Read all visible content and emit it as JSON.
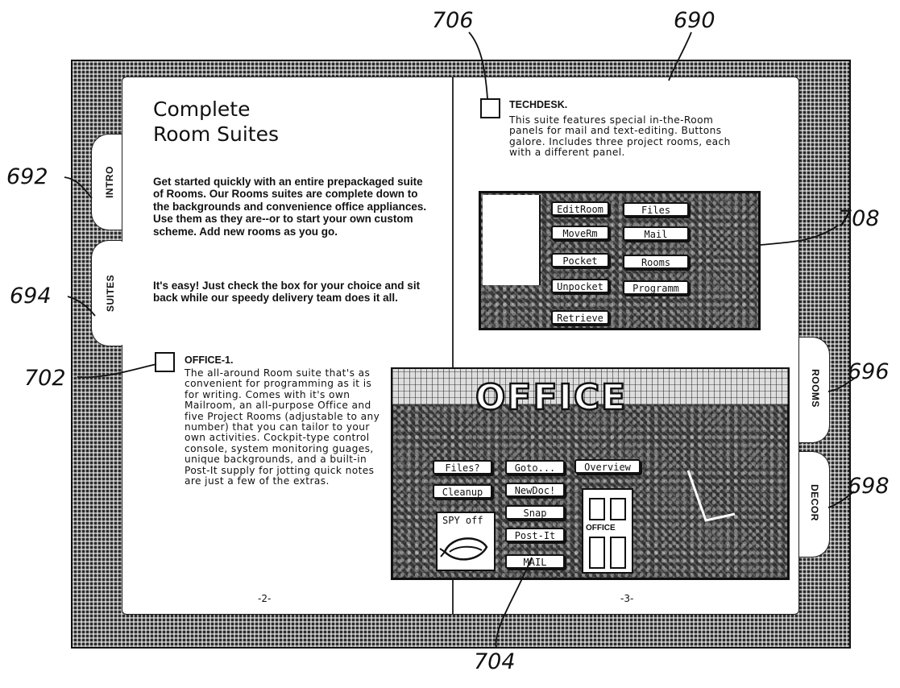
{
  "reference_numerals": {
    "r690": "690",
    "r692": "692",
    "r694": "694",
    "r696": "696",
    "r698": "698",
    "r702": "702",
    "r704": "704",
    "r706": "706",
    "r708": "708"
  },
  "tabs": {
    "intro": "INTRO",
    "suites": "SUITES",
    "rooms": "ROOMS",
    "decor": "DECOR"
  },
  "left_page": {
    "title_line1": "Complete",
    "title_line2": "Room Suites",
    "intro": "Get started quickly with an entire prepackaged suite of Rooms. Our Rooms suites are complete down to the backgrounds and convenience office appliances. Use them as they are--or to start your own custom scheme. Add new rooms as you go.",
    "easy": "It's easy! Just check the box for your choice and sit back while our speedy delivery team does it all.",
    "office_title": "OFFICE-1.",
    "office_desc": "The all-around Room suite that's as convenient for programming as it is for writing. Comes with it's own Mailroom, an all-purpose Office and five Project Rooms (adjustable to any number) that you can tailor to your own activities. Cockpit-type control console, system monitoring guages, unique backgrounds, and a built-in Post-It supply for jotting quick notes are just a few of the extras.",
    "page_number": "-2-"
  },
  "right_page": {
    "techdesk_title": "TECHDESK.",
    "techdesk_desc": "This suite features special in-the-Room panels for mail and text-editing. Buttons galore. Includes three project rooms, each with a different panel.",
    "page_number": "-3-",
    "techdesk_buttons": {
      "editroom": "EditRoom",
      "files": "Files",
      "moverm": "MoveRm",
      "mail": "Mail",
      "pocket": "Pocket",
      "rooms": "Rooms",
      "unpocket": "Unpocket",
      "programm": "Programm",
      "retrieve": "Retrieve"
    },
    "office_screen": {
      "banner": "OFFICE",
      "files": "Files?",
      "goto": "Goto...",
      "overview": "Overview",
      "cleanup": "Cleanup",
      "newdoc": "NewDoc!",
      "snap": "Snap",
      "postit": "Post-It",
      "mail": "MAIL",
      "spy": "SPY off",
      "door_label": "OFFICE"
    }
  },
  "colors": {
    "ink": "#111111",
    "paper": "#ffffff",
    "texture": "#2a2a2a"
  }
}
